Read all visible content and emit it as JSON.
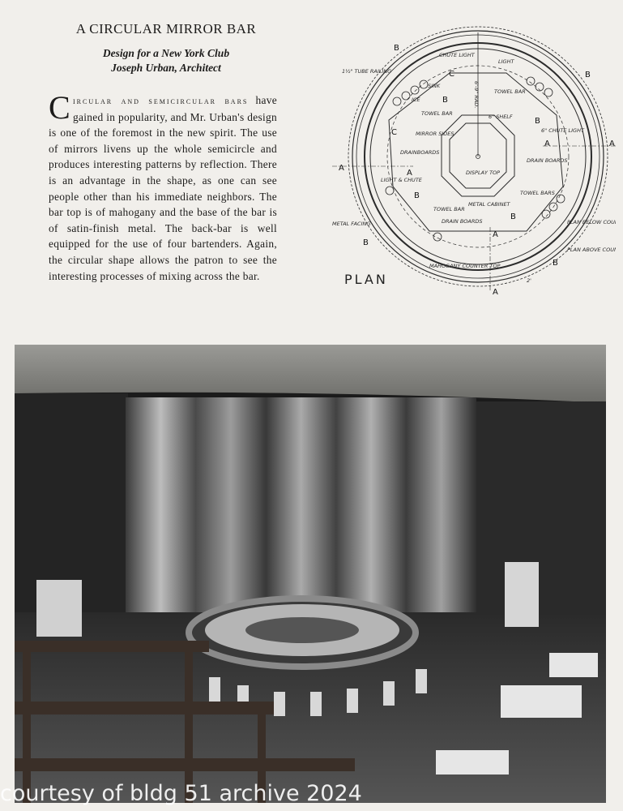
{
  "article": {
    "title": "A CIRCULAR MIRROR BAR",
    "subtitle": "Design for a New York Club",
    "byline": "Joseph Urban, Architect",
    "dropcap": "C",
    "lead_smallcaps": "ircular and semicircular bars",
    "body": " have gained in popularity, and Mr. Urban's design is one of the foremost in the new spirit. The use of mirrors livens up the whole semicircle and produces interesting patterns by reflection. There is an advantage in the shape, as one can see people other than his immediate neighbors. The bar top is of mahogany and the base of the bar is of satin-finish metal. The back-bar is well equipped for the use of four bartenders. Again, the circular shape allows the patron to see the interesting processes of mixing across the bar."
  },
  "plan": {
    "title": "PLAN",
    "section_a": "A",
    "section_b": "B",
    "section_c": "C",
    "labels": {
      "tube_railing": "1½\" TUBE RAILING",
      "chute_light": "CHUTE LIGHT",
      "light": "LIGHT",
      "radius": "6'-9\" RAD.",
      "ice": "ICE",
      "sink": "SINK",
      "towel_bar": "TOWEL BAR",
      "towel_bars": "TOWEL BARS",
      "shelf": "6\" SHELF",
      "mirror_sides": "MIRROR SIDES",
      "drainboards": "DRAINBOARDS",
      "drain_boards": "DRAIN BOARDS",
      "chute_light_6": "6\" CHUTE LIGHT",
      "display_top": "DISPLAY TOP",
      "metal_cabinet": "METAL CABINET",
      "light_chute": "LIGHT & CHUTE",
      "metal_facing": "METAL FACING",
      "mahogany_top": "MAHOGANY COUNTER TOP",
      "plan_below": "PLAN BELOW COUNTER",
      "plan_above": "PLAN ABOVE COUNTER",
      "dim": "2'"
    }
  },
  "watermark": "courtesy of bldg 51 archive 2024"
}
